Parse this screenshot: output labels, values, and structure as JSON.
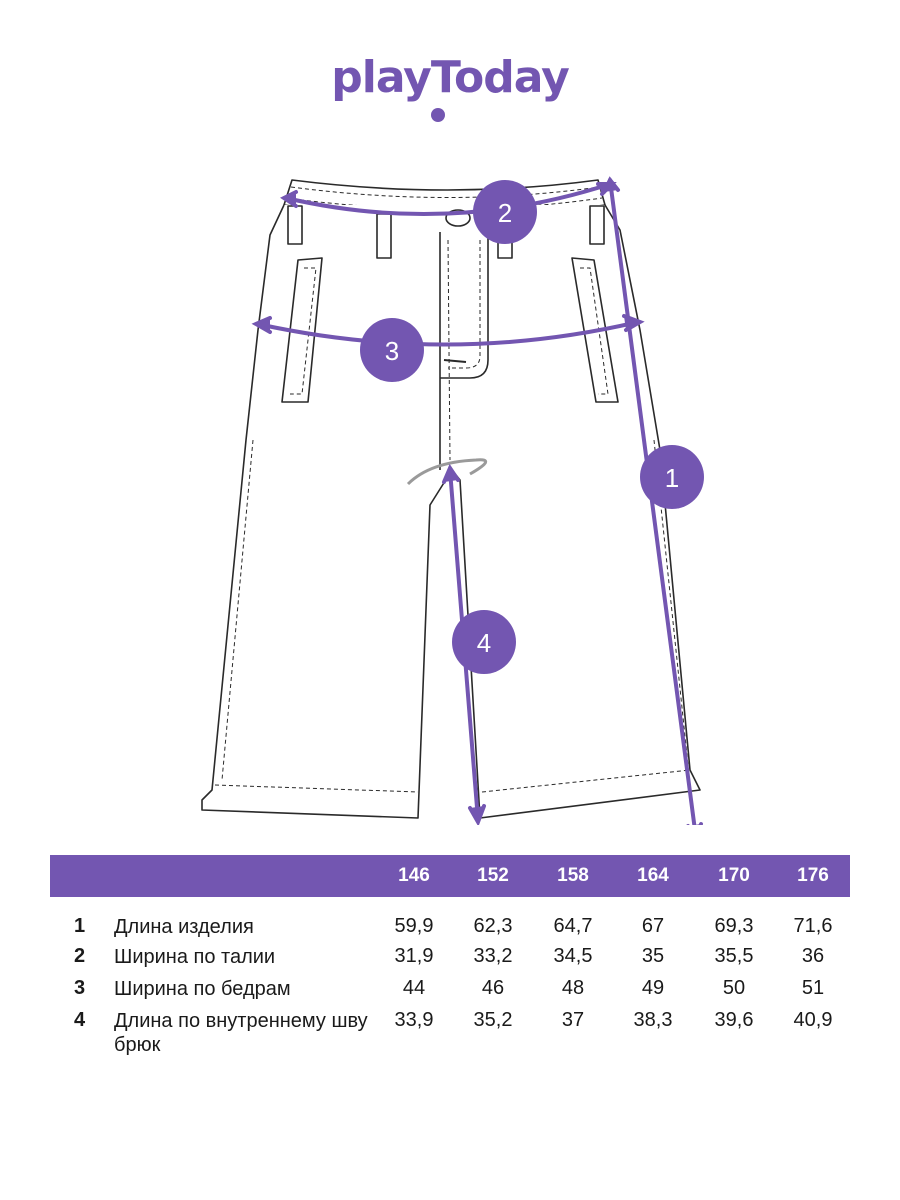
{
  "brand": {
    "logo_text": "playToday"
  },
  "callouts": [
    "1",
    "2",
    "3",
    "4"
  ],
  "colors": {
    "accent": "#7356b1",
    "line": "#2a2a2a"
  },
  "table": {
    "sizes": [
      "146",
      "152",
      "158",
      "164",
      "170",
      "176"
    ],
    "rows": [
      {
        "num": "1",
        "label": "Длина изделия",
        "values": [
          "59,9",
          "62,3",
          "64,7",
          "67",
          "69,3",
          "71,6"
        ]
      },
      {
        "num": "2",
        "label": "Ширина по талии",
        "values": [
          "31,9",
          "33,2",
          "34,5",
          "35",
          "35,5",
          "36"
        ]
      },
      {
        "num": "3",
        "label": "Ширина по бедрам",
        "values": [
          "44",
          "46",
          "48",
          "49",
          "50",
          "51"
        ]
      },
      {
        "num": "4",
        "label": "Длина по внутреннему шву брюк",
        "values": [
          "33,9",
          "35,2",
          "37",
          "38,3",
          "39,6",
          "40,9"
        ]
      }
    ]
  }
}
